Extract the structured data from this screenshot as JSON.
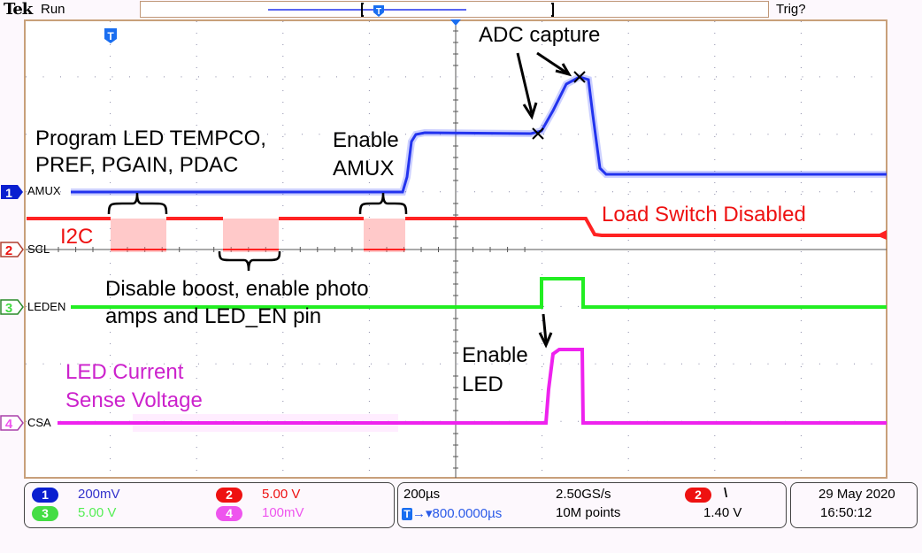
{
  "header": {
    "brand": "Tek",
    "run_state": "Run",
    "trigger_state": "Trig?"
  },
  "channels": [
    {
      "num": "1",
      "name": "AMUX",
      "scale": "200mV",
      "color": "#0000cc",
      "trace_color": "#2233ee"
    },
    {
      "num": "2",
      "name": "SCL",
      "scale": "5.00 V",
      "color": "#ee1111",
      "trace_color": "#ff2222"
    },
    {
      "num": "3",
      "name": "LEDEN",
      "scale": "5.00 V",
      "color": "#44dd44",
      "trace_color": "#22ee22"
    },
    {
      "num": "4",
      "name": "CSA",
      "scale": "100mV",
      "color": "#ee55ee",
      "trace_color": "#ee22ee"
    }
  ],
  "annotations": {
    "adc_capture": "ADC capture",
    "program_line1": "Program LED TEMPCO,",
    "program_line2": "PREF, PGAIN, PDAC",
    "enable_amux_line1": "Enable",
    "enable_amux_line2": "AMUX",
    "i2c": "I2C",
    "load_switch": "Load Switch Disabled",
    "disable_line1": "Disable boost, enable photo",
    "disable_line2": "amps and LED_EN pin",
    "led_current_line1": "LED Current",
    "led_current_line2": "Sense Voltage",
    "enable_led_line1": "Enable",
    "enable_led_line2": "LED"
  },
  "timebase": {
    "scale": "200µs",
    "position": "800.0000µs",
    "sample_rate": "2.50GS/s",
    "record_length": "10M points"
  },
  "trigger": {
    "source": "2",
    "slope": "falling",
    "slope_glyph": "\\",
    "level": "1.40 V"
  },
  "datetime": {
    "date": "29 May  2020",
    "time": "16:50:12"
  },
  "marker_icon": "trigger-position-T-icon"
}
